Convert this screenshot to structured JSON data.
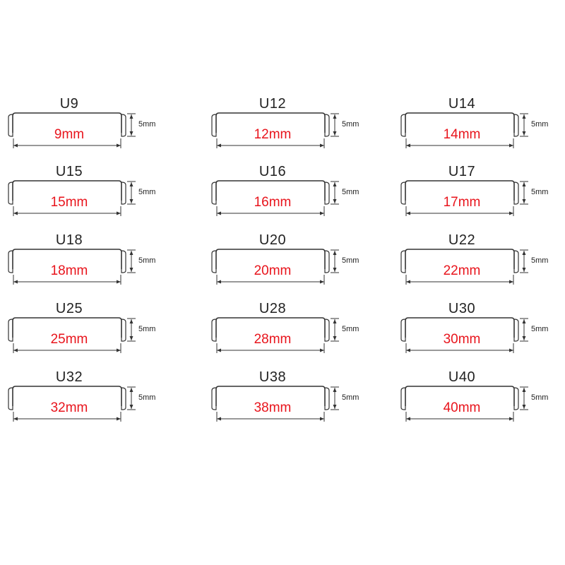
{
  "colors": {
    "line": "#333333",
    "measure": "#e8141c",
    "text": "#222222"
  },
  "height_label": "5mm",
  "profiles": [
    {
      "model": "U9",
      "width": "9mm"
    },
    {
      "model": "U12",
      "width": "12mm"
    },
    {
      "model": "U14",
      "width": "14mm"
    },
    {
      "model": "U15",
      "width": "15mm"
    },
    {
      "model": "U16",
      "width": "16mm"
    },
    {
      "model": "U17",
      "width": "17mm"
    },
    {
      "model": "U18",
      "width": "18mm"
    },
    {
      "model": "U20",
      "width": "20mm"
    },
    {
      "model": "U22",
      "width": "22mm"
    },
    {
      "model": "U25",
      "width": "25mm"
    },
    {
      "model": "U28",
      "width": "28mm"
    },
    {
      "model": "U30",
      "width": "30mm"
    },
    {
      "model": "U32",
      "width": "32mm"
    },
    {
      "model": "U38",
      "width": "38mm"
    },
    {
      "model": "U40",
      "width": "40mm"
    }
  ]
}
